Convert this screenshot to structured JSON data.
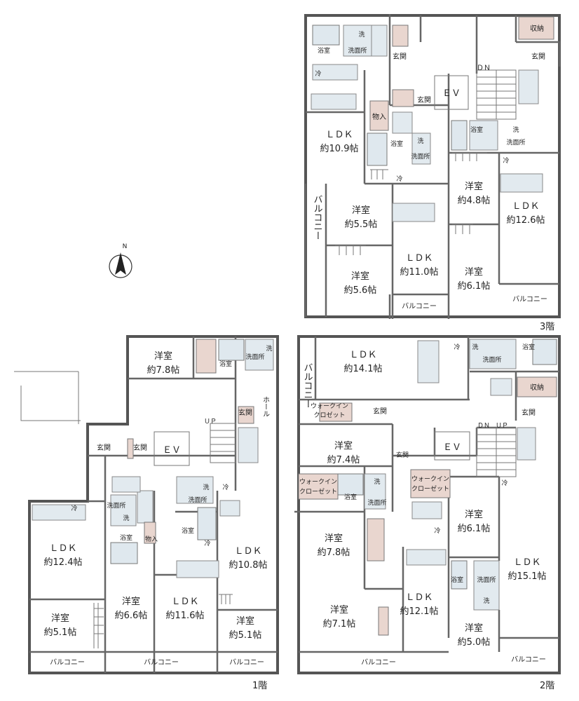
{
  "floors": {
    "f3": {
      "label": "3階",
      "rooms": {
        "shuno": "収納",
        "genkan_right": "玄関",
        "dn": "ＤＮ",
        "genkan_top": "玄関",
        "ev": "ＥＶ",
        "genkan_mid": "玄関",
        "monoire": "物入",
        "yoku_a": "浴室",
        "sen_a": "洗",
        "senmen_a": "洗面所",
        "rei_a": "冷",
        "ldk_a": "ＬＤＫ",
        "ldk_a_size": "約10.9帖",
        "yoku_b": "浴室",
        "sen_b": "洗",
        "senmen_b": "洗面所",
        "rei_b": "冷",
        "yoshitsu_55": "洋室",
        "yoshitsu_55_size": "約5.5帖",
        "balcony_left": "バルコニー",
        "yoshitsu_56": "洋室",
        "yoshitsu_56_size": "約5.6帖",
        "ldk_b": "ＬＤＫ",
        "ldk_b_size": "約11.0帖",
        "balcony_mid": "バルコニー",
        "yoku_c": "浴室",
        "sen_c": "洗",
        "senmen_c": "洗面所",
        "rei_c": "冷",
        "yoshitsu_48": "洋室",
        "yoshitsu_48_size": "約4.8帖",
        "ldk_c": "ＬＤＫ",
        "ldk_c_size": "約12.6帖",
        "yoshitsu_61": "洋室",
        "yoshitsu_61_size": "約6.1帖",
        "balcony_right": "バルコニー"
      }
    },
    "f1": {
      "label": "1階",
      "rooms": {
        "yoshitsu_78": "洋室",
        "yoshitsu_78_size": "約7.8帖",
        "yoku_a": "浴室",
        "sen_a": "洗",
        "senmen_a": "洗面所",
        "hall": "ホール",
        "genkan_a": "玄関",
        "up": "ＵＰ",
        "genkan_b": "玄関",
        "genkan_c": "玄関",
        "ev": "ＥＶ",
        "sen_b": "洗",
        "senmen_b": "洗面所",
        "rei_b": "冷",
        "yoku_b": "浴室",
        "rei_c": "冷",
        "senmen_d": "洗面所",
        "sen_d": "洗",
        "yoku_d": "浴室",
        "monoire": "物入",
        "rei_d": "冷",
        "ldk_124": "ＬＤＫ",
        "ldk_124_size": "約12.4帖",
        "ldk_108": "ＬＤＫ",
        "ldk_108_size": "約10.8帖",
        "yoshitsu_66": "洋室",
        "yoshitsu_66_size": "約6.6帖",
        "ldk_116": "ＬＤＫ",
        "ldk_116_size": "約11.6帖",
        "yoshitsu_51a": "洋室",
        "yoshitsu_51a_size": "約5.1帖",
        "yoshitsu_51b": "洋室",
        "yoshitsu_51b_size": "約5.1帖",
        "balcony_a": "バルコニー",
        "balcony_b": "バルコニー",
        "balcony_c": "バルコニー"
      }
    },
    "f2": {
      "label": "2階",
      "rooms": {
        "ldk_141": "ＬＤＫ",
        "ldk_141_size": "約14.1帖",
        "balcony_top": "バルコニー",
        "rei_a": "冷",
        "sen_a": "洗",
        "senmen_a": "洗面所",
        "yoku_a": "浴室",
        "shuno": "収納",
        "wic_a": "ウォークイン\nクロゼット",
        "wic_a_1": "ウォークイン",
        "wic_a_2": "クロゼット",
        "genkan_a": "玄関",
        "genkan_right": "玄関",
        "dn": "ＤＮ",
        "up": "ＵＰ",
        "genkan_b": "玄関",
        "ev": "ＥＶ",
        "yoshitsu_74": "洋室",
        "yoshitsu_74_size": "約7.4帖",
        "wic_b_1": "ウォークイン",
        "wic_b_2": "クローゼット",
        "yoku_b": "浴室",
        "sen_b": "洗",
        "senmen_b": "洗面所",
        "wic_c_1": "ウォークイン",
        "wic_c_2": "クローゼット",
        "rei_b": "冷",
        "rei_c": "冷",
        "yoshitsu_61": "洋室",
        "yoshitsu_61_size": "約6.1帖",
        "yoshitsu_78": "洋室",
        "yoshitsu_78_size": "約7.8帖",
        "yoku_c": "浴室",
        "senmen_c": "洗面所",
        "sen_c": "洗",
        "ldk_151": "ＬＤＫ",
        "ldk_151_size": "約15.1帖",
        "yoshitsu_71": "洋室",
        "yoshitsu_71_size": "約7.1帖",
        "ldk_121": "ＬＤＫ",
        "ldk_121_size": "約12.1帖",
        "yoshitsu_50": "洋室",
        "yoshitsu_50_size": "約5.0帖",
        "balcony_a": "バルコニー",
        "balcony_b": "バルコニー"
      }
    }
  },
  "compass": {
    "label": "N",
    "icon": "north-arrow-icon"
  },
  "colors": {
    "wall": "#555555",
    "bath": "#dfe8ee",
    "accent": "#e9d6cf"
  }
}
